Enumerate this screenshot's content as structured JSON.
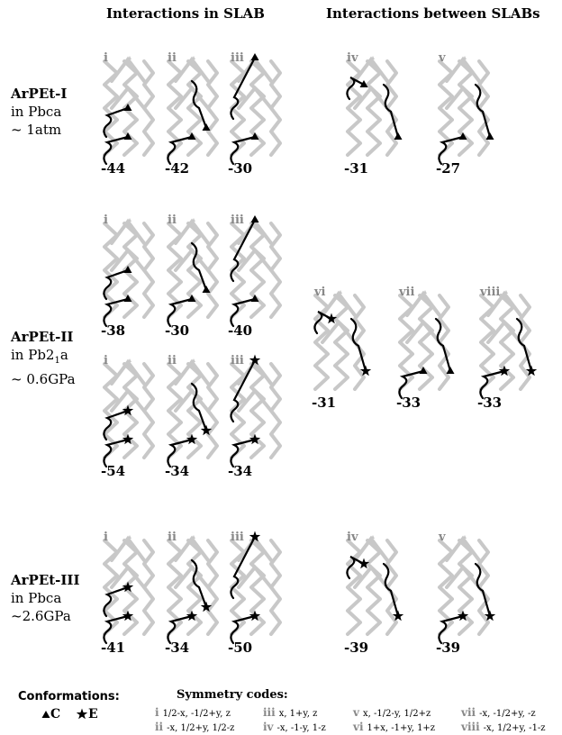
{
  "headers": {
    "in_slab": "Interactions in SLAB",
    "between_slabs": "Interactions between SLABs"
  },
  "phases": [
    {
      "name": "ArPEt-I",
      "space_group": "in Pbca",
      "pressure": "~ 1atm"
    },
    {
      "name": "ArPEt-II",
      "space_group_prefix": "in Pb2",
      "space_group_sub": "1",
      "space_group_suffix": "a",
      "pressure": "~ 0.6GPa"
    },
    {
      "name": "ArPEt-III",
      "space_group": "in Pbca",
      "pressure": "~2.6GPa"
    }
  ],
  "panels": [
    {
      "roman": "i",
      "energy": "-44",
      "variant": "A",
      "marker": "triangle"
    },
    {
      "roman": "ii",
      "energy": "-42",
      "variant": "B",
      "marker": "triangle"
    },
    {
      "roman": "iii",
      "energy": "-30",
      "variant": "C",
      "marker": "triangle"
    },
    {
      "roman": "iv",
      "energy": "-31",
      "variant": "D",
      "marker": "triangle"
    },
    {
      "roman": "v",
      "energy": "-27",
      "variant": "E",
      "marker": "triangle"
    },
    {
      "roman": "i",
      "energy": "-38",
      "variant": "A",
      "marker": "triangle"
    },
    {
      "roman": "ii",
      "energy": "-30",
      "variant": "B",
      "marker": "triangle"
    },
    {
      "roman": "iii",
      "energy": "-40",
      "variant": "C",
      "marker": "triangle"
    },
    {
      "roman": "vi",
      "energy": "-31",
      "variant": "D",
      "marker": "star"
    },
    {
      "roman": "vii",
      "energy": "-33",
      "variant": "F",
      "marker": "triangle"
    },
    {
      "roman": "viii",
      "energy": "-33",
      "variant": "G",
      "marker": "star"
    },
    {
      "roman": "i",
      "energy": "-54",
      "variant": "A",
      "marker": "star"
    },
    {
      "roman": "ii",
      "energy": "-34",
      "variant": "B",
      "marker": "star"
    },
    {
      "roman": "iii",
      "energy": "-34",
      "variant": "C",
      "marker": "star"
    },
    {
      "roman": "i",
      "energy": "-41",
      "variant": "A",
      "marker": "star"
    },
    {
      "roman": "ii",
      "energy": "-34",
      "variant": "B",
      "marker": "star"
    },
    {
      "roman": "iii",
      "energy": "-50",
      "variant": "C",
      "marker": "star"
    },
    {
      "roman": "iv",
      "energy": "-39",
      "variant": "D",
      "marker": "star"
    },
    {
      "roman": "v",
      "energy": "-39",
      "variant": "E",
      "marker": "star"
    }
  ],
  "legend": {
    "conformations_label": "Conformations:",
    "c_label": "C",
    "e_label": "E",
    "symmetry_label": "Symmetry codes:"
  },
  "symmetry_codes": [
    {
      "roman": "i",
      "code": "1/2-x, -1/2+y, z"
    },
    {
      "roman": "ii",
      "code": "-x, 1/2+y, 1/2-z"
    },
    {
      "roman": "iii",
      "code": "x, 1+y, z"
    },
    {
      "roman": "iv",
      "code": "-x, -1-y, 1-z"
    },
    {
      "roman": "v",
      "code": "x, -1/2-y, 1/2+z"
    },
    {
      "roman": "vi",
      "code": "1+x, -1+y, 1+z"
    },
    {
      "roman": "vii",
      "code": "-x, -1/2+y, -z"
    },
    {
      "roman": "viii",
      "code": "-x, 1/2+y, -1-z"
    }
  ],
  "colors": {
    "ink": "#000000",
    "ghost": "#c8c8c8",
    "roman": "#888888"
  }
}
